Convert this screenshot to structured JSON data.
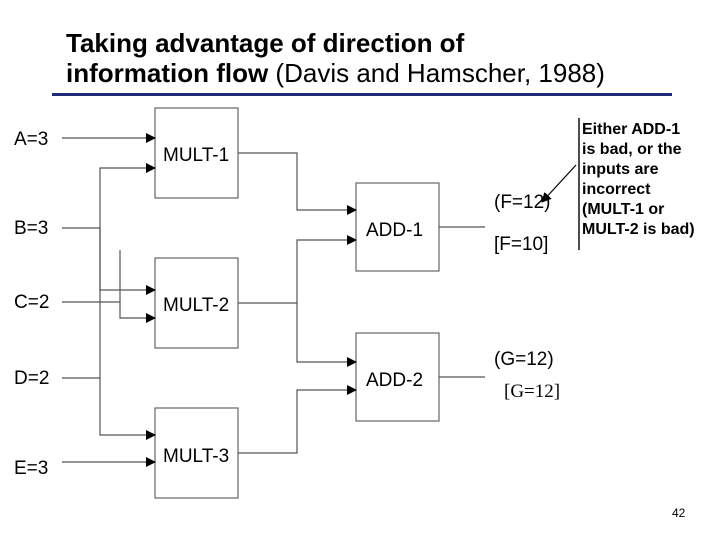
{
  "title": {
    "line1": "Taking advantage of direction of",
    "line2_bold": "information flow",
    "line2_rest": " (Davis and Hamscher, 1988)"
  },
  "inputs": {
    "a": "A=3",
    "b": "B=3",
    "c": "C=2",
    "d": "D=2",
    "e": "E=3"
  },
  "boxes": {
    "mult1": "MULT-1",
    "mult2": "MULT-2",
    "mult3": "MULT-3",
    "add1": "ADD-1",
    "add2": "ADD-2"
  },
  "outputs": {
    "f_predicted": "(F=12)",
    "f_observed": "[F=10]",
    "g_predicted": "(G=12)",
    "g_observed": "[G=12]"
  },
  "note": {
    "line1": "Either ADD-1",
    "line2": "is bad, or the",
    "line3": "inputs are",
    "line4": "incorrect",
    "line5": "(MULT-1 or",
    "line6": "MULT-2 is bad)"
  },
  "page_number": "42"
}
